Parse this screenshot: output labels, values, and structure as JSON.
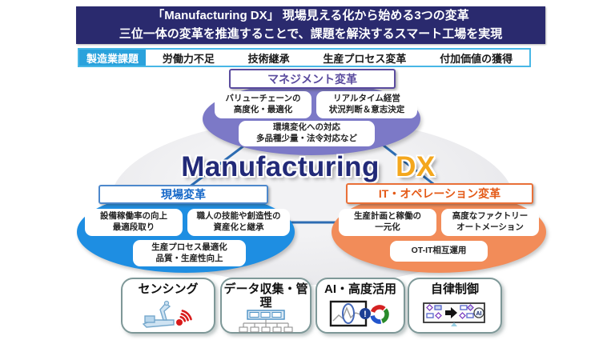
{
  "header": {
    "line1": "「Manufacturing DX」 現場見える化から始める3つの変革",
    "line2": "三位一体の変革を推進することで、課題を解決するスマート工場を実現"
  },
  "challenges": {
    "label": "製造業課題",
    "items": [
      "労働力不足",
      "技術継承",
      "生産プロセス変革",
      "付加価値の獲得"
    ]
  },
  "center_title": {
    "main": "Manufacturing",
    "accent": "DX"
  },
  "management": {
    "title": "マネジメント変革",
    "bubbles": [
      {
        "line1": "バリューチェーンの",
        "line2": "高度化・最適化"
      },
      {
        "line1": "リアルタイム経営",
        "line2": "状況判断＆意志決定"
      },
      {
        "line1": "環境変化への対応",
        "line2": "多品種少量・法令対応など"
      }
    ]
  },
  "genba": {
    "title": "現場変革",
    "bubbles": [
      {
        "line1": "設備稼働率の向上",
        "line2": "最適段取り"
      },
      {
        "line1": "職人の技能や創造性の",
        "line2": "資産化と継承"
      },
      {
        "line1": "生産プロセス最適化",
        "line2": "品質・生産性向上"
      }
    ]
  },
  "it_ops": {
    "title": "IT・オペレーション変革",
    "bubbles": [
      {
        "line1": "生産計画と稼働の",
        "line2": "一元化"
      },
      {
        "line1": "高度なファクトリー",
        "line2": "オートメーション"
      },
      {
        "line1": "OT-IT相互運用",
        "line2": ""
      }
    ]
  },
  "bottom": {
    "boxes": [
      {
        "label": "センシング",
        "icon": "robot-arm-wireless-icon"
      },
      {
        "label": "データ収集・管理",
        "icon": "network-diagram-icon"
      },
      {
        "label": "AI・高度活用",
        "icon": "chart-analysis-cycle-icon"
      },
      {
        "label": "自律制御",
        "icon": "control-flow-ai-icon"
      }
    ]
  },
  "icons": {
    "ai_alert_mark": "!",
    "ai_circle_label": "AI"
  },
  "colors": {
    "header_bg": "#2a2a6e",
    "challenge_border": "#47b7e6",
    "challenge_label_bg": "#2aa2dc",
    "management_purple": "#7c79c7",
    "management_border": "#5a4b9e",
    "genba_blue": "#1e8ee2",
    "it_orange": "#f28c59",
    "title_navy": "#222a78",
    "title_gold": "#f4a71d",
    "connector_blue": "#2d6cb2"
  }
}
